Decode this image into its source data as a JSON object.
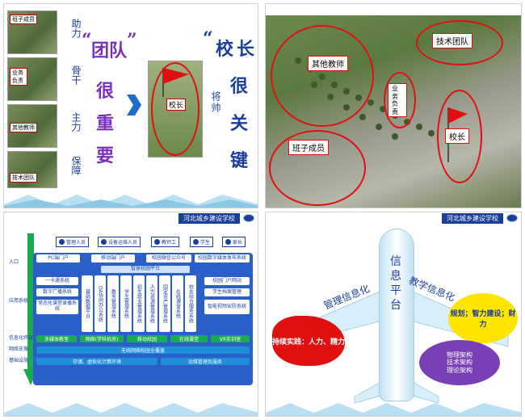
{
  "header": {
    "school": "河北城乡建设学校"
  },
  "slide1": {
    "photos": [
      "班子成员",
      "业务负责",
      "其他教师",
      "技术团队"
    ],
    "roles": [
      "助力",
      "骨干",
      "主力",
      "保障"
    ],
    "quote_left": "“团队”很重要",
    "quote_left_chars": [
      "“",
      "团",
      "队",
      "”",
      "很",
      "重",
      "要"
    ],
    "quote_right": "“校长很关键",
    "quote_right_chars": [
      "“",
      "校",
      "长",
      "很",
      "关",
      "键"
    ],
    "principal_label": "校长",
    "commander_label": "将帅"
  },
  "slide2": {
    "labels": {
      "other_teachers": "其他教师",
      "tech_team": "技术团队",
      "business": "业务负责",
      "principal": "校长",
      "leadership": "班子成员"
    }
  },
  "slide3": {
    "side_labels": [
      "入口",
      "应用系统",
      "信息化终端",
      "网络支撑",
      "基础设施"
    ],
    "users": [
      "管理人员",
      "设备运维人员",
      "教师工",
      "学生",
      "家长"
    ],
    "portals": [
      "PC端门户",
      "移动端门户",
      "校园微信公众号",
      "校园数字媒体发布系统"
    ],
    "platform": "智慧校园平台",
    "left_group": [
      "一卡通系统",
      "数字广播系统",
      "常态化课堂录播系统"
    ],
    "middle_cols": [
      "基础数据平台",
      "OA协同办公系统",
      "教务管理系统",
      "学生管理系统",
      "招生就业管理系统",
      "人力资源管理系统",
      "固定资产管理系统",
      "在线课堂系统",
      "校友综合服务系统"
    ],
    "right_group": [
      "校园门户网站",
      "学生档案管理",
      "智能视频安防系统"
    ],
    "terminals": [
      "多媒体教室",
      "网络(学科机房)",
      "移动校园",
      "在线课堂",
      "VR实训室"
    ],
    "network": "无线网络校园全覆盖",
    "infra": [
      "存储、虚拟化计算环境",
      "运维管理及服务"
    ]
  },
  "slide4": {
    "platform_chars": [
      "信",
      "息",
      "平",
      "台"
    ],
    "mgmt": "管理信息化",
    "teach": "教学信息化",
    "red": "持续实践：人力、精力",
    "yellow": "规划；智力建设；财力",
    "purple": [
      "物理架构",
      "技术架构",
      "理论架构"
    ]
  }
}
